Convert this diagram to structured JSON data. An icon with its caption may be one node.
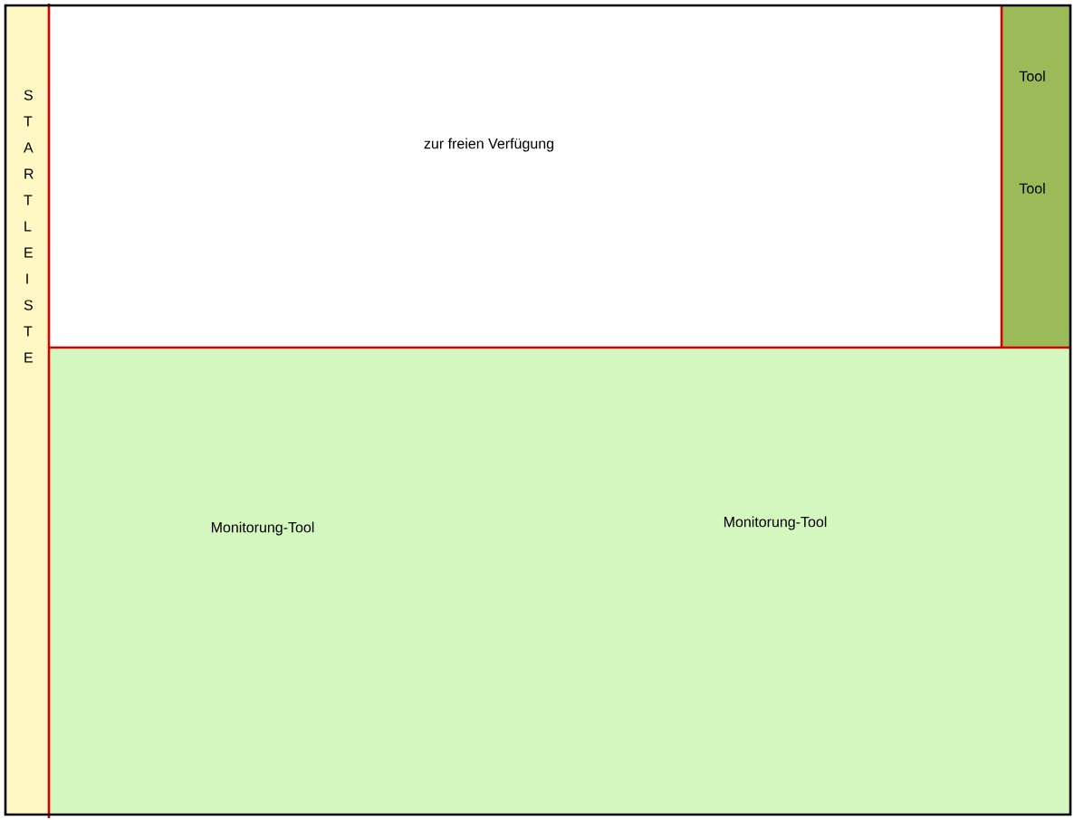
{
  "diagram": {
    "nodes": [
      {
        "text": [
          "S T A R T L E I S T E"
        ]
      },
      {
        "text": [
          "zur freien Verfügung"
        ]
      },
      {
        "text": [
          "Tool",
          "Tool"
        ]
      },
      {
        "text": [
          "Monitorung-Tool",
          "Monitorung-Tool"
        ]
      }
    ]
  }
}
